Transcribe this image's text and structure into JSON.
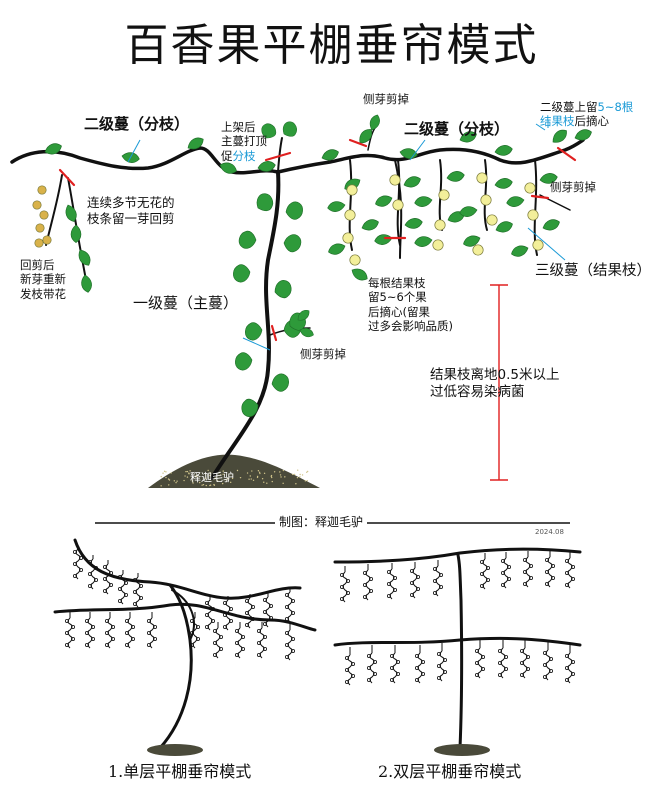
{
  "title": "百香果平棚垂帘模式",
  "labels": {
    "secondary_vine_left": "二级蔓（分枝）",
    "secondary_vine_right": "二级蔓（分枝）",
    "trellis_top": "上架后\n主蔓打顶\n促",
    "trellis_top_blue": "分枝",
    "side_bud_top": "侧芽剪掉",
    "keep_branches_pre": "二级蔓上留",
    "keep_branches_blue1": "5~8根",
    "keep_branches_blue2": "结果枝",
    "keep_branches_post": "后摘心",
    "side_bud_right": "侧芽剪掉",
    "tertiary_vine": "三级蔓（结果枝）",
    "node_prune": "连续多节无花的\n枝条留一芽回剪",
    "regrow": "回剪后\n新芽重新\n发枝带花",
    "fruit_limit": "每根结果枝\n留5~6个果\n后摘心(留果\n过多会影响品质)",
    "primary_vine": "一级蔓（主蔓）",
    "side_bud_main": "侧芽剪掉",
    "height_note": "结果枝离地0.5米以上\n过低容易染病菌",
    "watermark": "释迦毛驴",
    "credit": "制图：释迦毛驴",
    "date": "2024.08",
    "caption_single": "1.单层平棚垂帘模式",
    "caption_double": "2.双层平棚垂帘模式"
  },
  "colors": {
    "vine": "#111111",
    "leaf": "#2e9a3a",
    "fruit": "#f3ef9a",
    "fruit_dry": "#d9b24a",
    "cut_mark": "#e02020",
    "pointer": "#1a9ad6",
    "soil": "#4a4a3a"
  }
}
